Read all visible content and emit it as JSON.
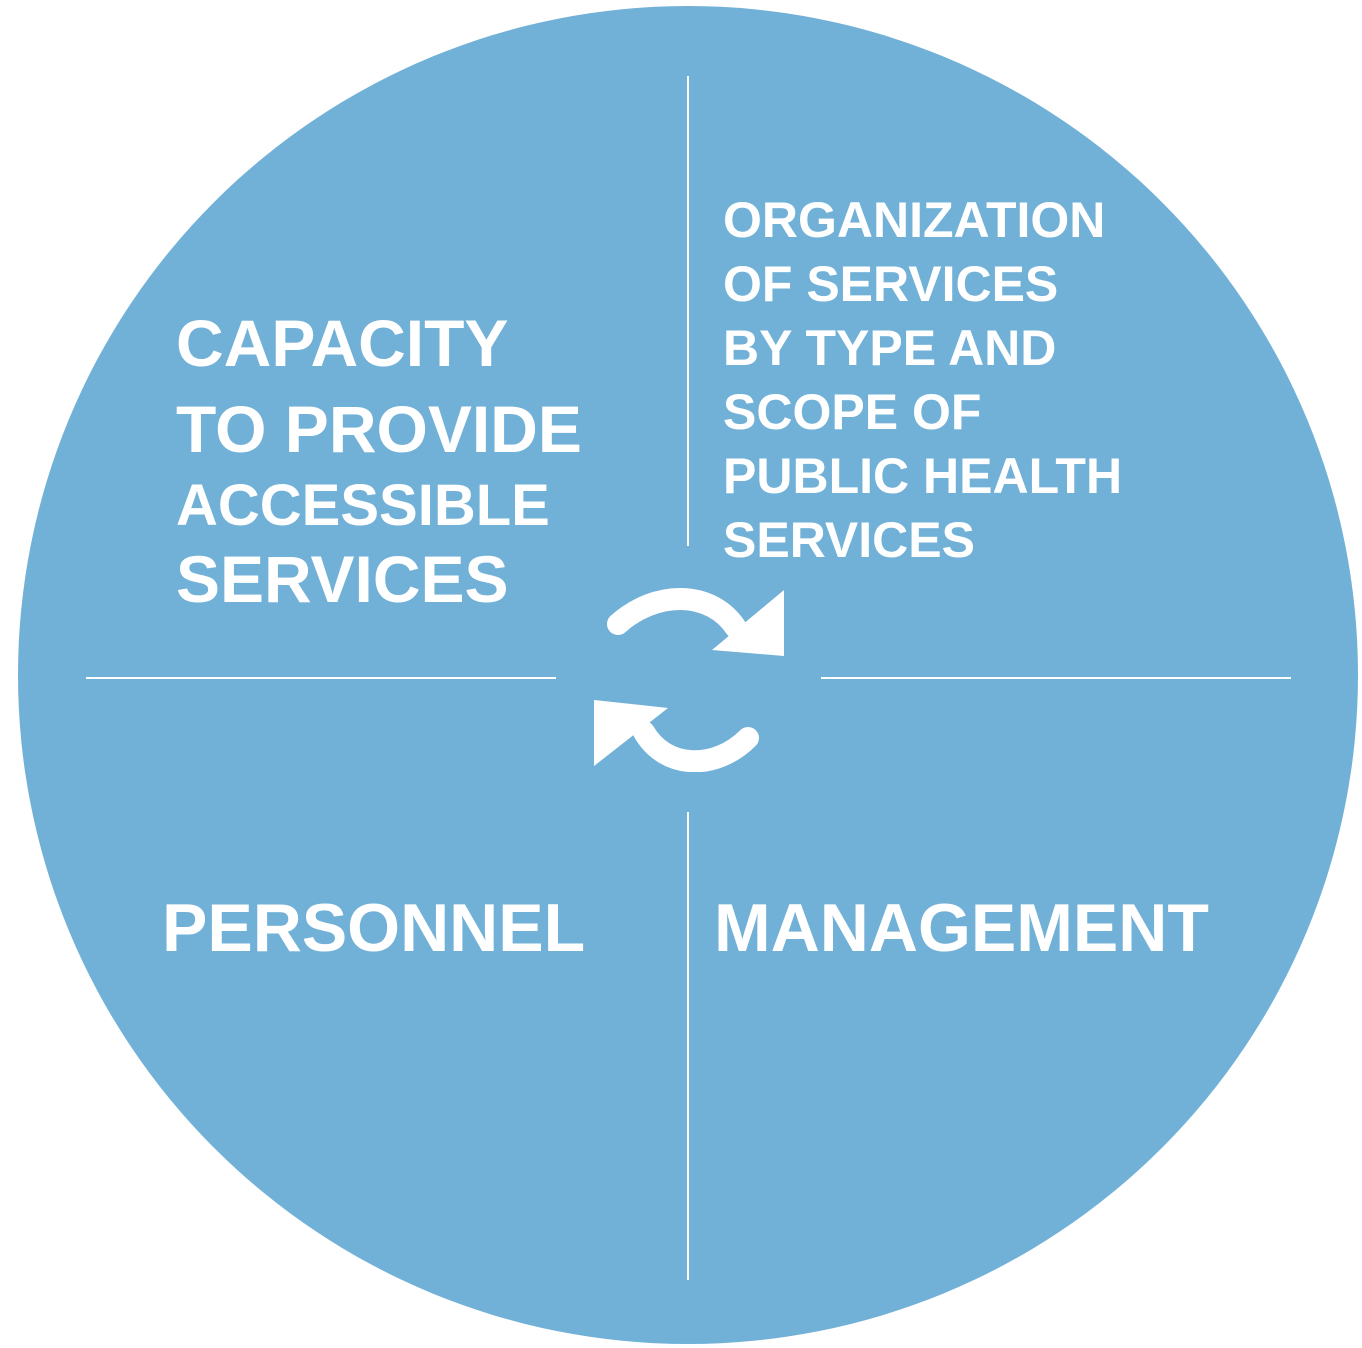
{
  "colors": {
    "circle_fill": "#72B1D7",
    "foreground": "#FFFFFF"
  },
  "quadrants": {
    "top_left": {
      "lines": [
        "CAPACITY",
        "TO PROVIDE",
        "ACCESSIBLE",
        "SERVICES"
      ]
    },
    "top_right": {
      "lines": [
        "ORGANIZATION",
        "OF SERVICES",
        "BY TYPE AND",
        "SCOPE OF",
        "PUBLIC HEALTH",
        "SERVICES"
      ]
    },
    "bottom_left": {
      "label": "PERSONNEL"
    },
    "bottom_right": {
      "label": "MANAGEMENT"
    }
  },
  "center_icon": "refresh-cycle-arrows-icon"
}
